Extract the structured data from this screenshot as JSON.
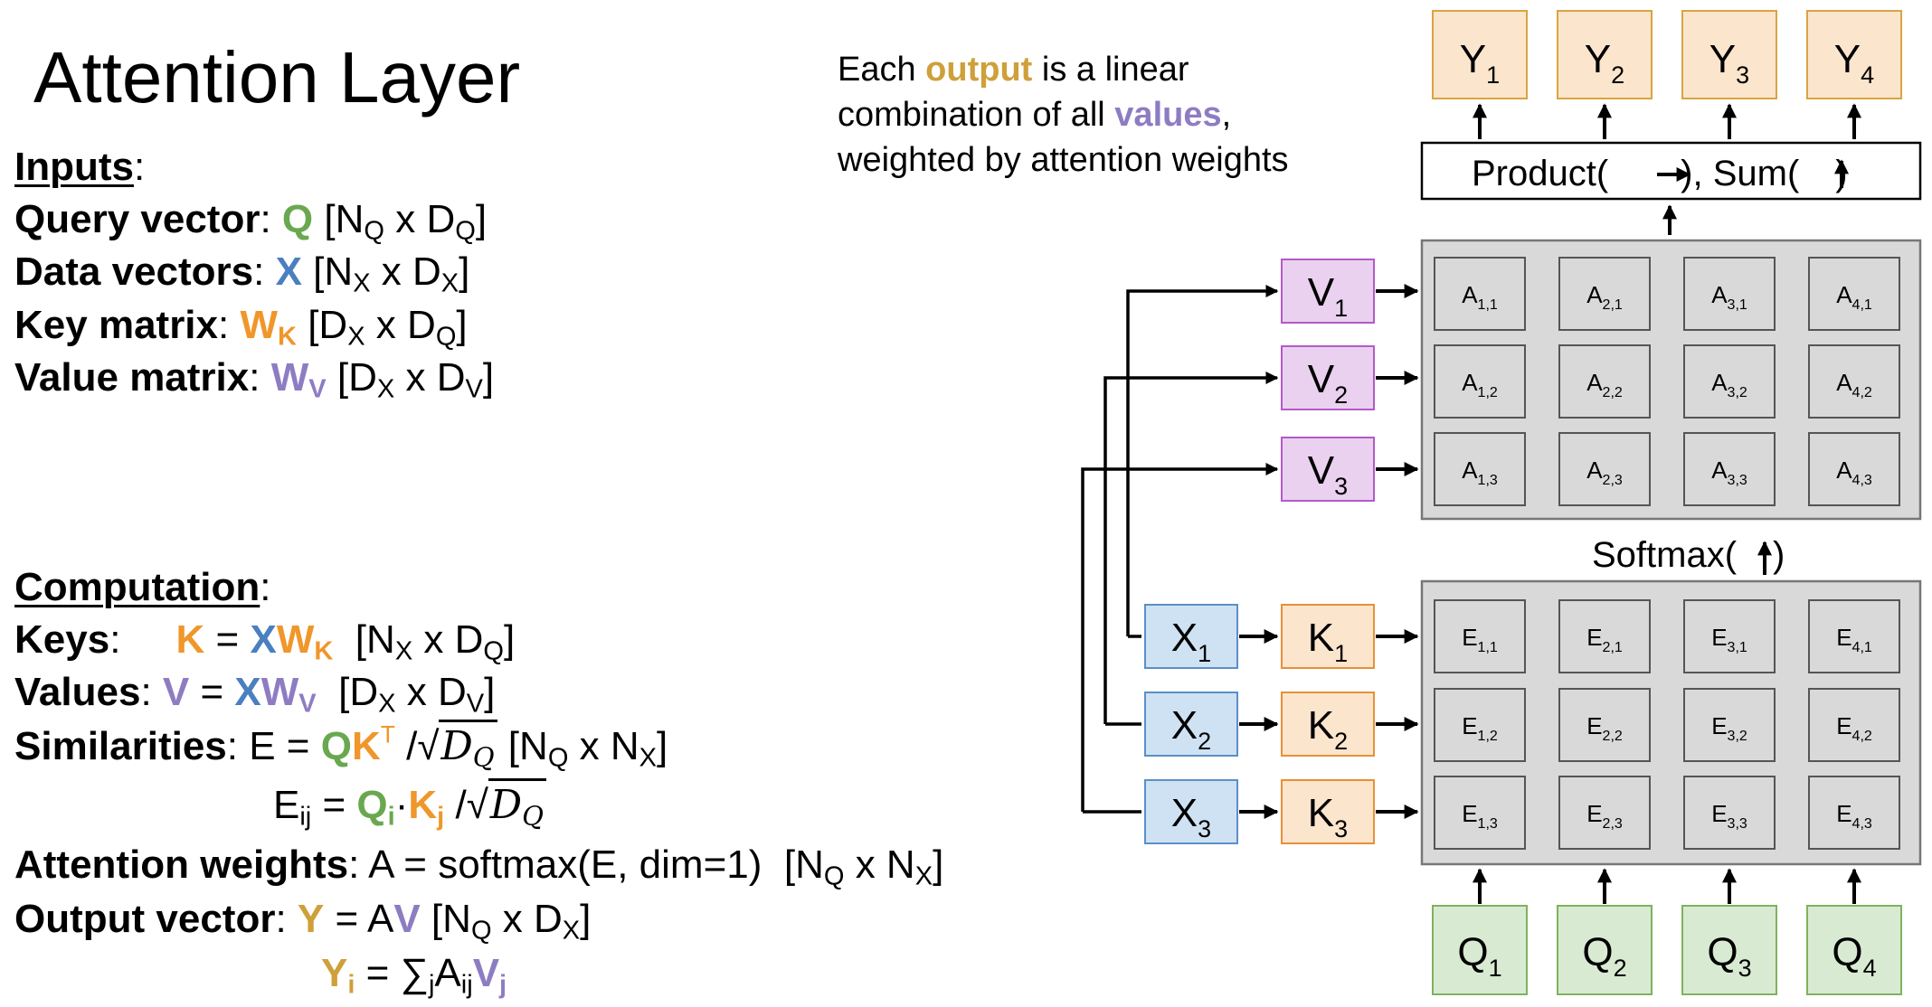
{
  "title": "Attention Layer",
  "note": {
    "line1_pre": "Each ",
    "line1_hl": "output",
    "line1_post": " is a linear",
    "line2_pre": "combination of all ",
    "line2_hl": "values",
    "line2_post": ",",
    "line3": "weighted by attention weights"
  },
  "inputs": {
    "heading": "Inputs",
    "query": {
      "label": "Query vector",
      "sym": "Q",
      "dim_a": "N",
      "dim_a_sub": "Q",
      "dim_b": "D",
      "dim_b_sub": "Q"
    },
    "data": {
      "label": "Data vectors",
      "sym": "X",
      "dim_a": "N",
      "dim_a_sub": "X",
      "dim_b": "D",
      "dim_b_sub": "X"
    },
    "key": {
      "label": "Key matrix",
      "sym": "W",
      "sym_sub": "K",
      "dim_a": "D",
      "dim_a_sub": "X",
      "dim_b": "D",
      "dim_b_sub": "Q"
    },
    "value": {
      "label": "Value matrix",
      "sym": "W",
      "sym_sub": "V",
      "dim_a": "D",
      "dim_a_sub": "X",
      "dim_b": "D",
      "dim_b_sub": "V"
    }
  },
  "computation": {
    "heading": "Computation",
    "keys": {
      "label": "Keys",
      "lhs": "K",
      "x": "X",
      "w": "W",
      "w_sub": "K",
      "dim_a": "N",
      "dim_a_sub": "X",
      "dim_b": "D",
      "dim_b_sub": "Q"
    },
    "values": {
      "label": "Values",
      "lhs": "V",
      "x": "X",
      "w": "W",
      "w_sub": "V",
      "dim_a": "D",
      "dim_a_sub": "X",
      "dim_b": "D",
      "dim_b_sub": "V"
    },
    "similarities": {
      "label": "Similarities",
      "expr": "E = ",
      "q": "Q",
      "k": "K",
      "t": "T",
      "rad": "D",
      "rad_sub": "Q",
      "dim_a": "N",
      "dim_a_sub": "Q",
      "dim_b": "N",
      "dim_b_sub": "X"
    },
    "eij": {
      "e": "E",
      "e_sub": "ij",
      "eq": " = ",
      "q": "Q",
      "q_sub": "i",
      "dot": "·",
      "k": "K",
      "k_sub": "j",
      "rad": "D",
      "rad_sub": "Q"
    },
    "attention": {
      "label": "Attention weights",
      "expr": "A = softmax(E, dim=1)",
      "dim_a": "N",
      "dim_a_sub": "Q",
      "dim_b": "N",
      "dim_b_sub": "X"
    },
    "output": {
      "label": "Output vector",
      "lhs": "Y",
      "eq": " = A",
      "v": "V",
      "dim_a": "N",
      "dim_a_sub": "Q",
      "dim_b": "D",
      "dim_b_sub": "X"
    },
    "yi": {
      "y": "Y",
      "y_sub": "i",
      "eq": " = ",
      "sum": "∑",
      "sum_sub": "j",
      "a": "A",
      "a_sub": "ij",
      "v": "V",
      "v_sub": "j"
    }
  },
  "diagram": {
    "outputs": [
      {
        "l": "Y",
        "s": "1"
      },
      {
        "l": "Y",
        "s": "2"
      },
      {
        "l": "Y",
        "s": "3"
      },
      {
        "l": "Y",
        "s": "4"
      }
    ],
    "queries": [
      {
        "l": "Q",
        "s": "1"
      },
      {
        "l": "Q",
        "s": "2"
      },
      {
        "l": "Q",
        "s": "3"
      },
      {
        "l": "Q",
        "s": "4"
      }
    ],
    "values": [
      {
        "l": "V",
        "s": "1"
      },
      {
        "l": "V",
        "s": "2"
      },
      {
        "l": "V",
        "s": "3"
      }
    ],
    "keys": [
      {
        "l": "K",
        "s": "1"
      },
      {
        "l": "K",
        "s": "2"
      },
      {
        "l": "K",
        "s": "3"
      }
    ],
    "data": [
      {
        "l": "X",
        "s": "1"
      },
      {
        "l": "X",
        "s": "2"
      },
      {
        "l": "X",
        "s": "3"
      }
    ],
    "product_label_a": "Product(",
    "product_label_b": "),",
    "sum_label_a": "Sum(",
    "sum_label_b": ")",
    "softmax_label_a": "Softmax(",
    "softmax_label_b": ")",
    "attn_letter": "A",
    "sim_letter": "E",
    "colors": {
      "output": "#fbe5cd",
      "output_border": "#d9a441",
      "query": "#d9ead3",
      "query_border": "#7db35d",
      "value": "#ead1f0",
      "value_border": "#b25bc7",
      "key": "#fce5cd",
      "key_border": "#e69138",
      "data": "#cfe2f3",
      "data_border": "#5b8fc7",
      "grid": "#d9d9d9"
    }
  }
}
